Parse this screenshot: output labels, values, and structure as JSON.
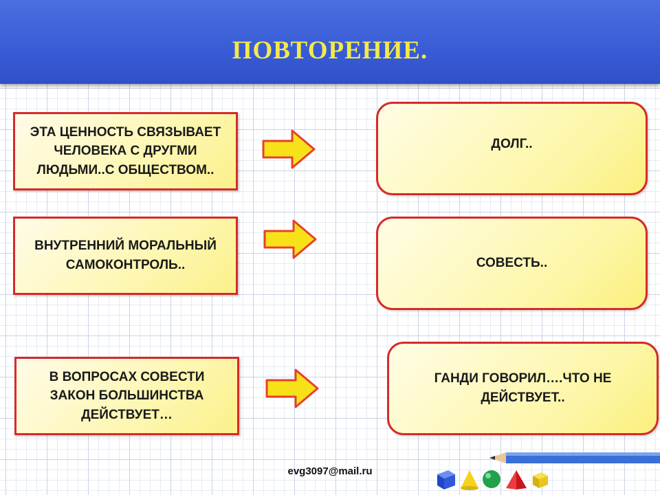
{
  "slide": {
    "title": "ПОВТОРЕНИЕ."
  },
  "pairs": [
    {
      "prompt": [
        "ЭТА  ЦЕННОСТЬ СВЯЗЫВАЕТ",
        "ЧЕЛОВЕКА  С ДРУГМИ",
        "ЛЮДЬМИ..С ОБЩЕСТВОМ.."
      ],
      "answer": [
        "ДОЛГ.."
      ]
    },
    {
      "prompt": [
        "ВНУТРЕННИЙ МОРАЛЬНЫЙ",
        "САМОКОНТРОЛЬ.."
      ],
      "answer": [
        "СОВЕСТЬ.."
      ]
    },
    {
      "prompt": [
        "В ВОПРОСАХ СОВЕСТИ",
        "ЗАКОН БОЛЬШИНСТВА",
        "ДЕЙСТВУЕТ…"
      ],
      "answer": [
        "ГАНДИ  ГОВОРИЛ….ЧТО НЕ",
        "ДЕЙСТВУЕТ.."
      ]
    }
  ],
  "footer": {
    "email": "evg3097@mail.ru"
  },
  "colors": {
    "header_blue": "#3659d4",
    "title_yellow": "#f3e94a",
    "box_border": "#d62a2a",
    "box_fill": "#fdf7b2",
    "arrow_fill": "#f7e21a",
    "arrow_stroke": "#e8402a"
  },
  "icons": [
    "right-arrow-icon",
    "pencil-icon",
    "cube-icon",
    "cone-icon",
    "sphere-icon",
    "pyramid-icon"
  ]
}
